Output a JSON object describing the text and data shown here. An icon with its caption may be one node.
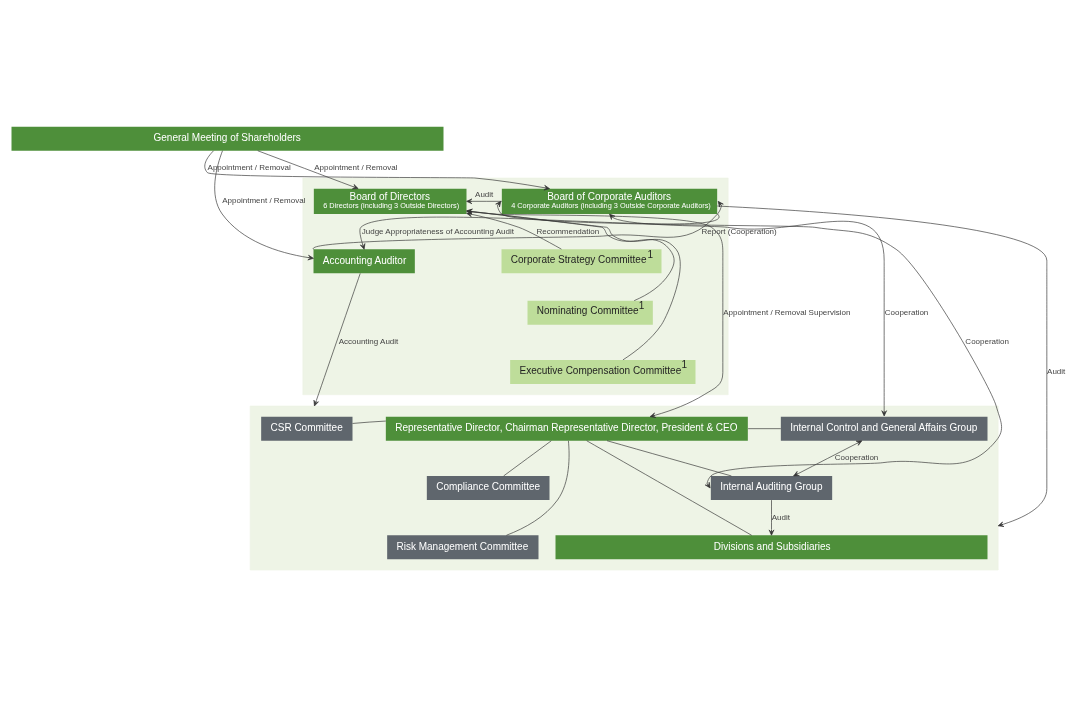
{
  "diagram": {
    "nodes": [
      {
        "text": [
          "General Meeting of Shareholders"
        ]
      },
      {
        "text": [],
        "shape": "band"
      },
      {
        "text": [
          "Board of Corporate Auditors",
          "4 Corporate Auditors (including 3 Outside Corporate Auditors)"
        ],
        "in": 1
      },
      {
        "text": [
          "Board of Directors",
          "6 Directors (including 3 Outside Directors)"
        ],
        "in": 1
      },
      {
        "text": [
          "Accounting Auditor"
        ],
        "in": 1
      },
      {
        "text": [
          "Corporate Strategy Committee$^{1}$"
        ],
        "in": 1
      },
      {
        "text": [
          "Nominating Committee$^{1}$"
        ],
        "in": 1
      },
      {
        "text": [
          "Executive Compensation Committee$^{1}$"
        ],
        "in": 1
      },
      {
        "text": [],
        "shape": "band"
      },
      {
        "text": [
          "Internal Control and General Affairs Group"
        ],
        "in": 8
      },
      {
        "text": [
          "Representative Director, Chairman Representative Director, President & CEO"
        ],
        "in": 8
      },
      {
        "text": [
          "CSR Committee"
        ],
        "in": 8
      },
      {
        "text": [
          "Compliance Committee"
        ],
        "in": 8
      },
      {
        "text": [
          "Internal Auditing Group"
        ],
        "in": 8
      },
      {
        "text": [
          "Risk Management Committee"
        ],
        "in": 8
      },
      {
        "text": [
          "Divisions and Subsidiaries"
        ],
        "in": 8
      }
    ],
    "edges": [
      {
        "from": 0,
        "to": 2,
        "arrow": "to",
        "label": "Appointment / Removal"
      },
      {
        "from": 0,
        "to": 3,
        "arrow": "to",
        "label": "Appointment / Removal"
      },
      {
        "from": 0,
        "to": 4,
        "arrow": "to",
        "label": "Appointment / Removal"
      },
      {
        "from": 2,
        "to": 3,
        "arrow": "to",
        "label": "Audit"
      },
      {
        "from": 2,
        "to": 4,
        "arrow": "to",
        "label": "Judge Appropriateness of Accounting Audit"
      },
      {
        "from": 4,
        "to": 2,
        "arrow": "to",
        "label": "Report (Cooperation)"
      },
      {
        "from": 5,
        "to": 3,
        "arrow": "to",
        "label": "Recommendation"
      },
      {
        "from": 6,
        "to": 3,
        "arrow": "to"
      },
      {
        "from": 7,
        "to": 3,
        "arrow": "to"
      },
      {
        "from": 3,
        "to": 10,
        "arrow": "to",
        "label": "Appointment / Removal Supervision"
      },
      {
        "from": 4,
        "to": 8,
        "arrow": "to",
        "label": "Accounting Audit"
      },
      {
        "from": 2,
        "to": 8,
        "arrow": "to",
        "label": "Audit"
      },
      {
        "from": 2,
        "to": 9,
        "arrow": "both",
        "label": "Cooperation"
      },
      {
        "from": 2,
        "to": 13,
        "arrow": "both",
        "label": "Cooperation"
      },
      {
        "from": 9,
        "to": 13,
        "arrow": "both",
        "label": "Cooperation"
      },
      {
        "from": 13,
        "to": 15,
        "arrow": "to",
        "label": "Audit"
      },
      {
        "from": 10,
        "to": 15,
        "arrow": "none"
      },
      {
        "from": 9,
        "to": 10,
        "arrow": "none"
      },
      {
        "from": 13,
        "to": 10,
        "arrow": "none"
      },
      {
        "from": 10,
        "to": 11,
        "arrow": "none"
      },
      {
        "from": 10,
        "to": 12,
        "arrow": "none"
      },
      {
        "from": 10,
        "to": 14,
        "arrow": "none"
      }
    ]
  }
}
